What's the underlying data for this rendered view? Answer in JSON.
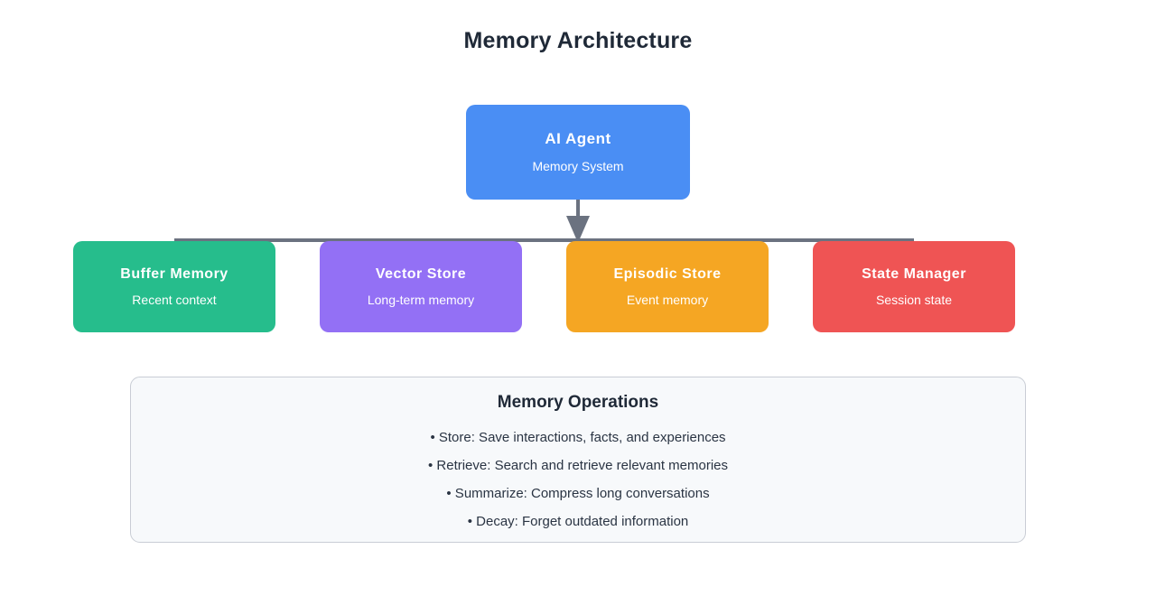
{
  "page": {
    "title": "Memory Architecture",
    "background_color": "#ffffff"
  },
  "agent": {
    "title": "AI Agent",
    "subtitle": "Memory System",
    "color": "#4a8ef4"
  },
  "stores": [
    {
      "title": "Buffer Memory",
      "subtitle": "Recent context",
      "color": "#26bd8c"
    },
    {
      "title": "Vector Store",
      "subtitle": "Long-term memory",
      "color": "#9370f5"
    },
    {
      "title": "Episodic Store",
      "subtitle": "Event memory",
      "color": "#f5a623"
    },
    {
      "title": "State Manager",
      "subtitle": "Session state",
      "color": "#ef5454"
    }
  ],
  "connectors": {
    "line_color": "#6b7280",
    "arrow_color": "#6b7280"
  },
  "operations": {
    "title": "Memory Operations",
    "items": [
      "• Store: Save interactions, facts, and experiences",
      "• Retrieve: Search and retrieve relevant memories",
      "• Summarize: Compress long conversations",
      "• Decay: Forget outdated information"
    ],
    "panel_background": "#f7f9fb",
    "panel_border": "#c9cdd5"
  }
}
